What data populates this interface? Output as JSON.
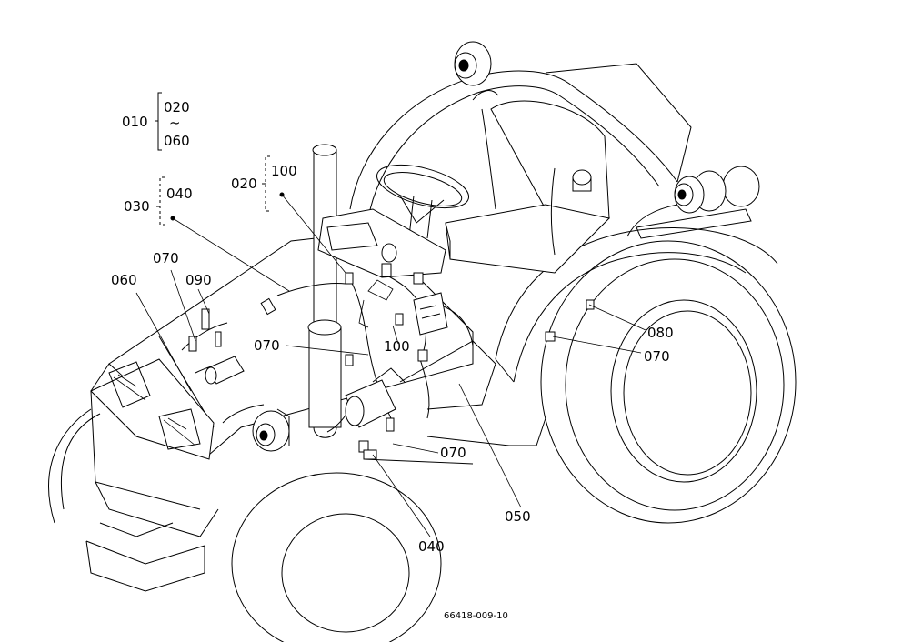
{
  "callouts": {
    "c010": "010",
    "c020_top": "020",
    "c060_top": "060",
    "c020": "020",
    "c100": "100",
    "c030": "030",
    "c040": "040",
    "c070_a": "070",
    "c090": "090",
    "c060": "060",
    "c070_b": "070",
    "c100_b": "100",
    "c080": "080",
    "c070_c": "070",
    "c070_d": "070",
    "c050": "050",
    "c040_b": "040",
    "range_sep": "~"
  },
  "drawing_code": "66418-009-10"
}
